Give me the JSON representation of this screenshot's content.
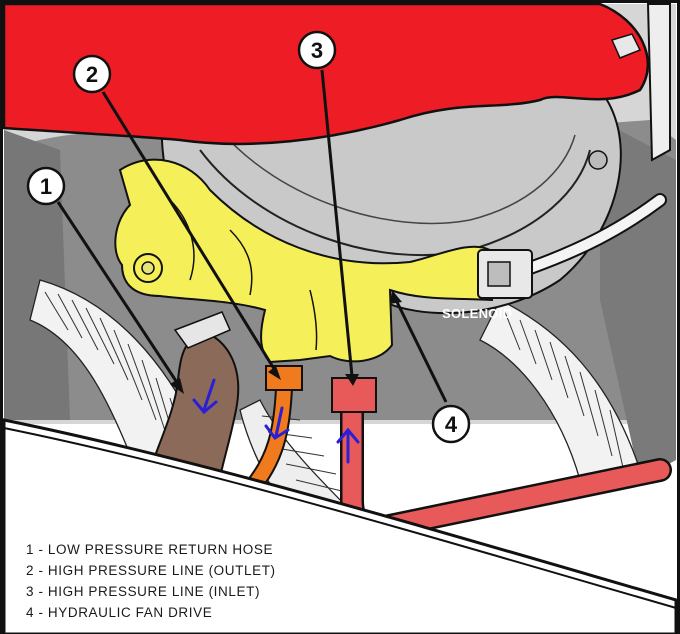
{
  "diagram": {
    "callouts": [
      "1",
      "2",
      "3",
      "4"
    ],
    "solenoid_label": "SOLENOID",
    "legend": [
      "1 - LOW PRESSURE RETURN HOSE",
      "2 - HIGH PRESSURE LINE (OUTLET)",
      "3 - HIGH PRESSURE LINE (INLET)",
      "4 - HYDRAULIC FAN DRIVE"
    ],
    "colors": {
      "fan_shroud": "#ee1c25",
      "fan_drive_body": "#f5f05a",
      "return_hose": "#8b6a5a",
      "outlet_line": "#f07a1e",
      "inlet_line": "#e85a5a",
      "flow_arrow": "#2b1fd6",
      "grey_housing": "#9a9a9a"
    }
  }
}
